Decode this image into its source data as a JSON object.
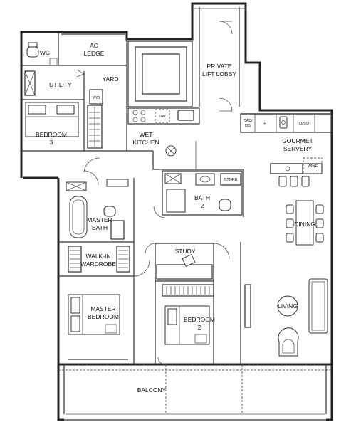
{
  "rooms": {
    "wc": "WC",
    "ac_ledge": [
      "AC",
      "LEDGE"
    ],
    "yard": "YARD",
    "utility": "UTILITY",
    "bedroom3": [
      "BEDROOM",
      "3"
    ],
    "wet_kitchen": [
      "WET",
      "KITCHEN"
    ],
    "private_lift_lobby": [
      "PRIVATE",
      "LIFT LOBBY"
    ],
    "gourmet_servery": [
      "GOURMET",
      "SERVERY"
    ],
    "master_bath": [
      "MASTER",
      "BATH"
    ],
    "bath2": [
      "BATH",
      "2"
    ],
    "walkin_wardrobe": [
      "WALK-IN",
      "WARDROBE"
    ],
    "study": "STUDY",
    "dining": "DINING",
    "master_bedroom": [
      "MASTER",
      "BEDROOM"
    ],
    "bedroom2": [
      "BEDROOM",
      "2"
    ],
    "living": "LIVING",
    "balcony": "BALCONY"
  },
  "fixtures": {
    "wd": "W/D",
    "dw": "DW",
    "store": "STORE",
    "cab_db": [
      "CAB/",
      "DB"
    ],
    "fridge": "F",
    "oven": "O/SO",
    "wine": "WINE"
  }
}
